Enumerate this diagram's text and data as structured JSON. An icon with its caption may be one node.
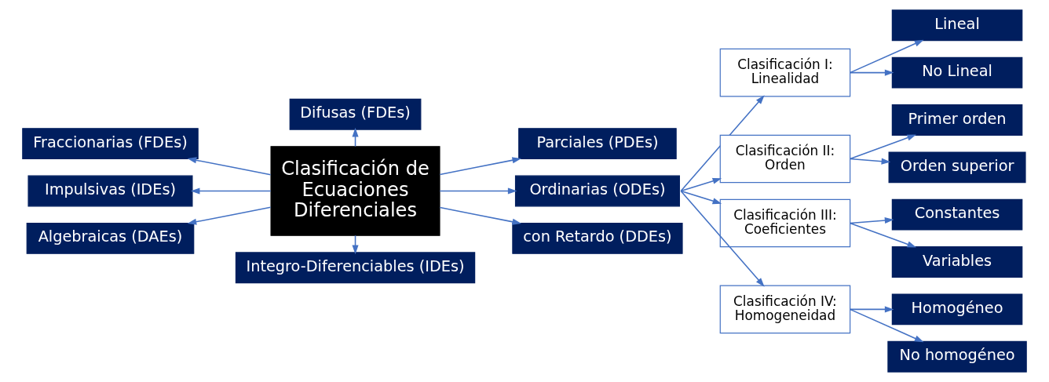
{
  "diagram": {
    "nodes": [
      {
        "text": [
          "Clasificación de Ecuaciones Diferenciales"
        ]
      },
      {
        "text": [
          "Difusas (FDEs)"
        ]
      },
      {
        "text": [
          "Fraccionarias (FDEs)"
        ]
      },
      {
        "text": [
          "Impulsivas (IDEs)"
        ]
      },
      {
        "text": [
          "Algebraicas (DAEs)"
        ]
      },
      {
        "text": [
          "Integro-Diferenciables (IDEs)"
        ]
      },
      {
        "text": [
          "Parciales (PDEs)"
        ]
      },
      {
        "text": [
          "Ordinarias (ODEs)"
        ]
      },
      {
        "text": [
          "con Retardo (DDEs)"
        ]
      },
      {
        "text": [
          "Clasificación I: Linealidad"
        ]
      },
      {
        "text": [
          "Lineal"
        ]
      },
      {
        "text": [
          "No Lineal"
        ]
      },
      {
        "text": [
          "Clasificación II: Orden"
        ]
      },
      {
        "text": [
          "Primer orden"
        ]
      },
      {
        "text": [
          "Orden superior"
        ]
      },
      {
        "text": [
          "Clasificación III: Coeficientes"
        ]
      },
      {
        "text": [
          "Constantes"
        ]
      },
      {
        "text": [
          "Variables"
        ]
      },
      {
        "text": [
          "Clasificación IV: Homogeneidad"
        ]
      },
      {
        "text": [
          "Homogéneo"
        ]
      },
      {
        "text": [
          "No homogéneo"
        ]
      }
    ],
    "edges": [
      {
        "from": 0,
        "to": 1,
        "arrow": "to"
      },
      {
        "from": 0,
        "to": 2,
        "arrow": "to"
      },
      {
        "from": 0,
        "to": 3,
        "arrow": "to"
      },
      {
        "from": 0,
        "to": 4,
        "arrow": "to"
      },
      {
        "from": 0,
        "to": 5,
        "arrow": "to"
      },
      {
        "from": 0,
        "to": 6,
        "arrow": "to"
      },
      {
        "from": 0,
        "to": 7,
        "arrow": "to"
      },
      {
        "from": 0,
        "to": 8,
        "arrow": "to"
      },
      {
        "from": 7,
        "to": 9,
        "arrow": "to"
      },
      {
        "from": 7,
        "to": 12,
        "arrow": "to"
      },
      {
        "from": 7,
        "to": 15,
        "arrow": "to"
      },
      {
        "from": 7,
        "to": 18,
        "arrow": "to"
      },
      {
        "from": 9,
        "to": 10,
        "arrow": "to"
      },
      {
        "from": 9,
        "to": 11,
        "arrow": "to"
      },
      {
        "from": 12,
        "to": 13,
        "arrow": "to"
      },
      {
        "from": 12,
        "to": 14,
        "arrow": "to"
      },
      {
        "from": 15,
        "to": 16,
        "arrow": "to"
      },
      {
        "from": 15,
        "to": 17,
        "arrow": "to"
      },
      {
        "from": 18,
        "to": 19,
        "arrow": "to"
      },
      {
        "from": 18,
        "to": 20,
        "arrow": "to"
      }
    ]
  }
}
